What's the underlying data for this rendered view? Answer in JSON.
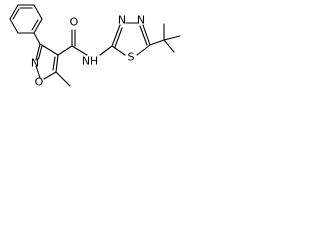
{
  "atoms": {
    "carbonyl_o": "O",
    "amide_n": "N",
    "amide_h": "H",
    "isoxazole_n": "N",
    "isoxazole_o": "O",
    "thiadiazole_s": "S",
    "thiadiazole_n1": "N",
    "thiadiazole_n2": "N"
  }
}
